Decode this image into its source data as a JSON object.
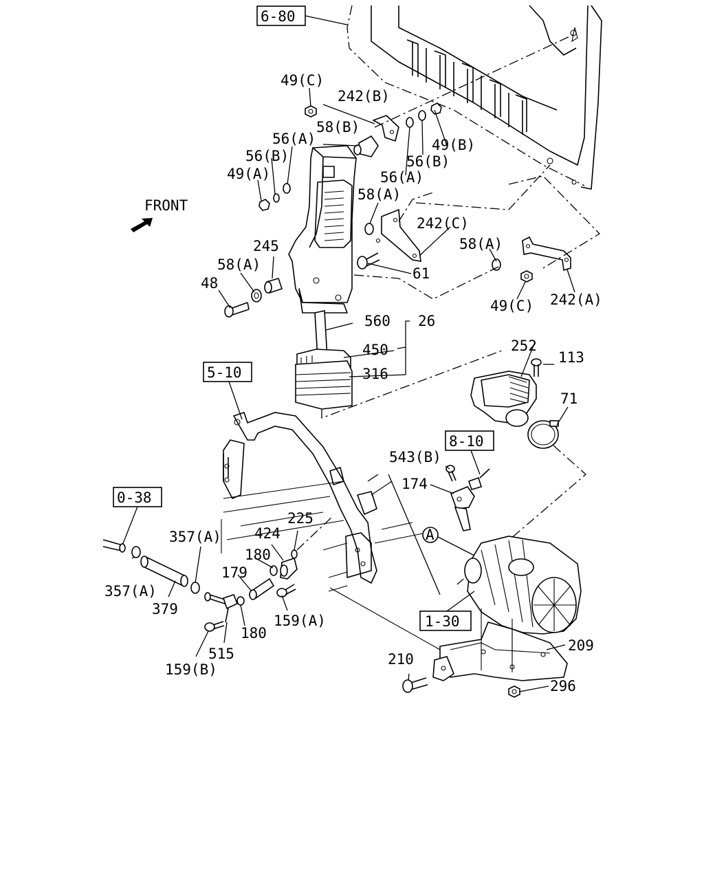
{
  "orientation": {
    "front_label": "FRONT"
  },
  "reference_boxes": {
    "r680": "6-80",
    "r510": "5-10",
    "r810": "8-10",
    "r038": "0-38",
    "r130": "1-30"
  },
  "callout_marker": "A",
  "labels": {
    "p49c_top": "49(C)",
    "p242b": "242(B)",
    "p58b": "58(B)",
    "p56a_top": "56(A)",
    "p56b_left": "56(B)",
    "p49a": "49(A)",
    "p56b_right": "56(B)",
    "p49b": "49(B)",
    "p56a_right": "56(A)",
    "p58a_mid": "58(A)",
    "p242c": "242(C)",
    "p58a_right": "58(A)",
    "p245": "245",
    "p58a_left": "58(A)",
    "p61": "61",
    "p48": "48",
    "p49c_bottom": "49(C)",
    "p242a": "242(A)",
    "p560": "560",
    "p26": "26",
    "p450": "450",
    "p316": "316",
    "p252": "252",
    "p113": "113",
    "p71": "71",
    "p543b": "543(B)",
    "p174": "174",
    "p225": "225",
    "p424": "424",
    "p357a_top": "357(A)",
    "p180_top": "180",
    "p179": "179",
    "p357a_bottom": "357(A)",
    "p379": "379",
    "p159a": "159(A)",
    "p180_bottom": "180",
    "p159b": "159(B)",
    "p515": "515",
    "p210": "210",
    "p209": "209",
    "p296": "296"
  }
}
